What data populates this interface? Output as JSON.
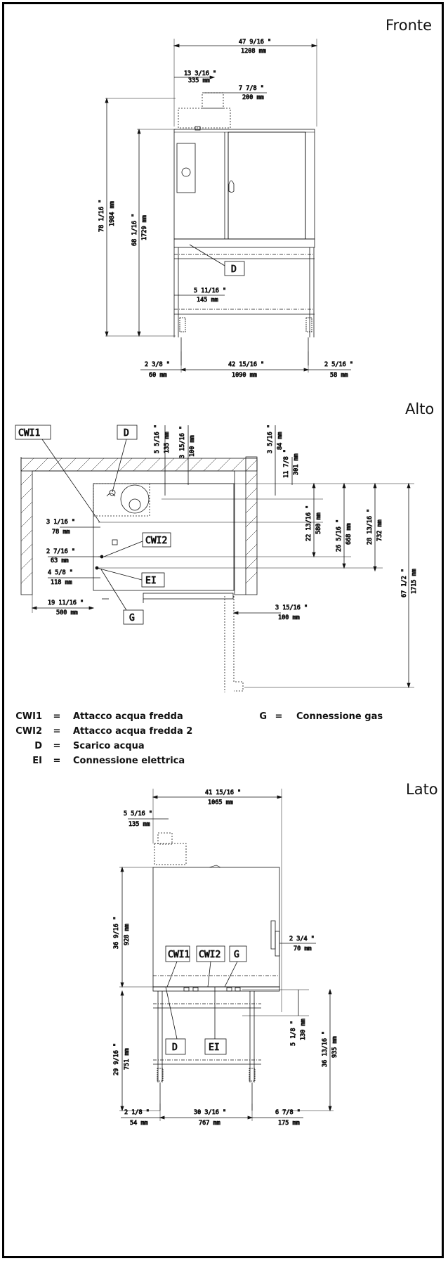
{
  "titles": {
    "front": "Fronte",
    "top": "Alto",
    "side": "Lato"
  },
  "front": {
    "overall_width_in": "47 9/16 \"",
    "overall_width_mm": "1208 mm",
    "flue_offset_in": "13 3/16 \"",
    "flue_offset_mm": "335 mm",
    "flue_width_in": "7 7/8 \"",
    "flue_width_mm": "200 mm",
    "total_height_in": "78 1/16 \"",
    "total_height_mm": "1984 mm",
    "body_height_in": "68 1/16 \"",
    "body_height_mm": "1729 mm",
    "drain_offset_in": "5 11/16 \"",
    "drain_offset_mm": "145 mm",
    "left_foot_in": "2 3/8 \"",
    "left_foot_mm": "60 mm",
    "feet_span_in": "42 15/16 \"",
    "feet_span_mm": "1090 mm",
    "right_foot_in": "2 5/16 \"",
    "right_foot_mm": "58 mm",
    "tag_d": "D"
  },
  "top": {
    "tag_cwi1": "CWI1",
    "tag_d": "D",
    "tag_cwi2": "CWI2",
    "tag_ei": "EI",
    "tag_g": "G",
    "d1_in": "5 5/16 \"",
    "d1_mm": "135 mm",
    "d2_in": "3 15/16 \"",
    "d2_mm": "100 mm",
    "d3_in": "3 5/16 \"",
    "d3_mm": "84 mm",
    "d4_in": "11 7/8 \"",
    "d4_mm": "301 mm",
    "d5_in": "22 13/16 \"",
    "d5_mm": "580 mm",
    "d6_in": "26 5/16 \"",
    "d6_mm": "668 mm",
    "d7_in": "28 13/16 \"",
    "d7_mm": "732 mm",
    "d8_in": "67 1/2 \"",
    "d8_mm": "1715 mm",
    "cwi1_off_in": "3 1/16 \"",
    "cwi1_off_mm": "78 mm",
    "cwi2_off_in": "2 7/16 \"",
    "cwi2_off_mm": "63 mm",
    "ei_off_in": "4 5/8 \"",
    "ei_off_mm": "118 mm",
    "left_in": "19 11/16 \"",
    "left_mm": "500 mm",
    "door_in": "3 15/16 \"",
    "door_mm": "100 mm"
  },
  "legend": [
    {
      "code": "CWI1",
      "eq": "=",
      "desc": "Attacco acqua fredda"
    },
    {
      "code": "CWI2",
      "eq": "=",
      "desc": "Attacco acqua fredda 2"
    },
    {
      "code": "D",
      "eq": "=",
      "desc": "Scarico acqua"
    },
    {
      "code": "EI",
      "eq": "=",
      "desc": "Connessione elettrica"
    },
    {
      "code": "G",
      "eq": "=",
      "desc": "Connessione gas"
    }
  ],
  "side": {
    "depth_in": "41 15/16 \"",
    "depth_mm": "1065 mm",
    "flue_in": "5 5/16 \"",
    "flue_mm": "135 mm",
    "handle_in": "2 3/4 \"",
    "handle_mm": "70 mm",
    "body_h_in": "36 9/16 \"",
    "body_h_mm": "928 mm",
    "stand_h_in": "29 9/16 \"",
    "stand_h_mm": "751 mm",
    "conn_h_in": "5 1/8 \"",
    "conn_h_mm": "130 mm",
    "total_h_in": "36 13/16 \"",
    "total_h_mm": "935 mm",
    "front_in": "2 1/8 \"",
    "front_mm": "54 mm",
    "span_in": "30 3/16 \"",
    "span_mm": "767 mm",
    "rear_in": "6 7/8 \"",
    "rear_mm": "175 mm",
    "tag_cwi1": "CWI1",
    "tag_cwi2": "CWI2",
    "tag_g": "G",
    "tag_d": "D",
    "tag_ei": "EI"
  }
}
